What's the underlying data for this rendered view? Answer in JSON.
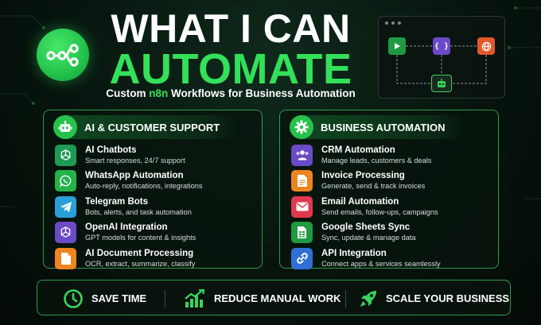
{
  "header": {
    "title_line1": "WHAT I CAN",
    "title_line2": "AUTOMATE",
    "subtitle_prefix": "Custom ",
    "subtitle_brand": "n8n",
    "subtitle_suffix": " Workflows for Business Automation"
  },
  "workflow_nodes": {
    "start": "play-icon",
    "code": "{ }",
    "web": "globe-icon",
    "bot": "robot-icon"
  },
  "panels": {
    "left": {
      "title": "AI & CUSTOMER SUPPORT",
      "icon": "robot-icon",
      "items": [
        {
          "title": "AI Chatbots",
          "desc": "Smart responses, 24/7 support",
          "icon": "openai-icon",
          "color": "#1f9a55"
        },
        {
          "title": "WhatsApp Automation",
          "desc": "Auto-reply, notifications, integrations",
          "icon": "whatsapp-icon",
          "color": "#25b24b"
        },
        {
          "title": "Telegram Bots",
          "desc": "Bots, alerts, and task automation",
          "icon": "telegram-icon",
          "color": "#2a9fd8"
        },
        {
          "title": "OpenAI Integration",
          "desc": "GPT models for content & insights",
          "icon": "openai-icon",
          "color": "#6a4bc6"
        },
        {
          "title": "AI Document Processing",
          "desc": "OCR, extract, summarize, classify",
          "icon": "document-icon",
          "color": "#ee8420"
        }
      ]
    },
    "right": {
      "title": "BUSINESS AUTOMATION",
      "icon": "gear-icon",
      "items": [
        {
          "title": "CRM Automation",
          "desc": "Manage leads, customers & deals",
          "icon": "users-icon",
          "color": "#6a4bc6"
        },
        {
          "title": "Invoice Processing",
          "desc": "Generate, send & track invoices",
          "icon": "invoice-icon",
          "color": "#ee8420"
        },
        {
          "title": "Email Automation",
          "desc": "Send emails, follow-ups, campaigns",
          "icon": "mail-icon",
          "color": "#e0384f"
        },
        {
          "title": "Google Sheets Sync",
          "desc": "Sync, update & manage data",
          "icon": "sheets-icon",
          "color": "#1f9a40"
        },
        {
          "title": "API Integration",
          "desc": "Connect apps & services seamlessly",
          "icon": "link-icon",
          "color": "#2f6fd6"
        }
      ]
    }
  },
  "footer": [
    {
      "label": "SAVE TIME",
      "icon": "clock-icon"
    },
    {
      "label": "REDUCE MANUAL WORK",
      "icon": "growth-chart-icon"
    },
    {
      "label": "SCALE YOUR BUSINESS",
      "icon": "rocket-icon"
    }
  ],
  "colors": {
    "accent_green": "#33e05a",
    "panel_border": "#2f9a4a",
    "background": "#07140d"
  }
}
